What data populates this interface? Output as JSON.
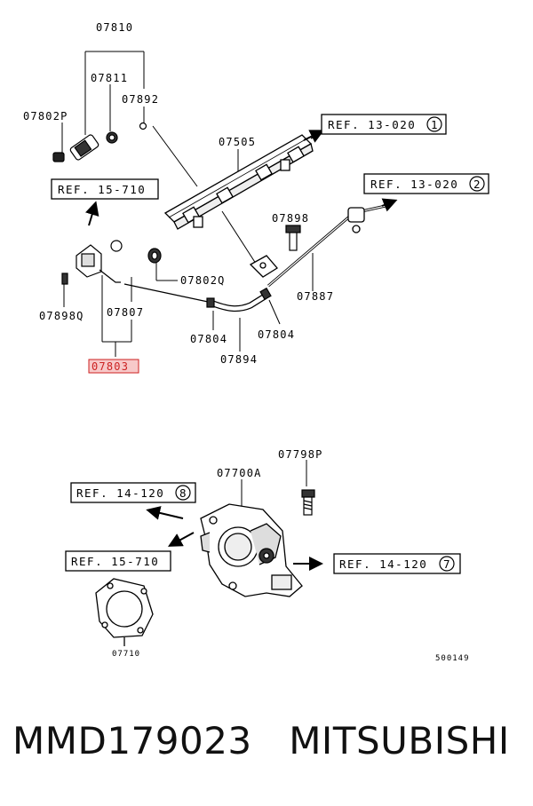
{
  "parts": {
    "p07810": "07810",
    "p07811": "07811",
    "p07892": "07892",
    "p07802P": "07802P",
    "p07505": "07505",
    "p07898": "07898",
    "p07887": "07887",
    "p07802Q": "07802Q",
    "p07807": "07807",
    "p07898Q": "07898Q",
    "p07804a": "07804",
    "p07804b": "07804",
    "p07894": "07894",
    "p07803": "07803",
    "p07798P": "07798P",
    "p07700A": "07700A",
    "p07710": "07710"
  },
  "refs": {
    "ref13_1": {
      "text": "REF. 13-020",
      "num": "1"
    },
    "ref13_2": {
      "text": "REF. 13-020",
      "num": "2"
    },
    "ref15_a": {
      "text": "REF. 15-710"
    },
    "ref15_b": {
      "text": "REF. 15-710"
    },
    "ref14_8": {
      "text": "REF. 14-120",
      "num": "8"
    },
    "ref14_7": {
      "text": "REF. 14-120",
      "num": "7"
    }
  },
  "diagram_code": "500149",
  "caption": "MMD179023   MITSUBISHI",
  "colors": {
    "highlight": "#cc2222",
    "line": "#000000"
  }
}
